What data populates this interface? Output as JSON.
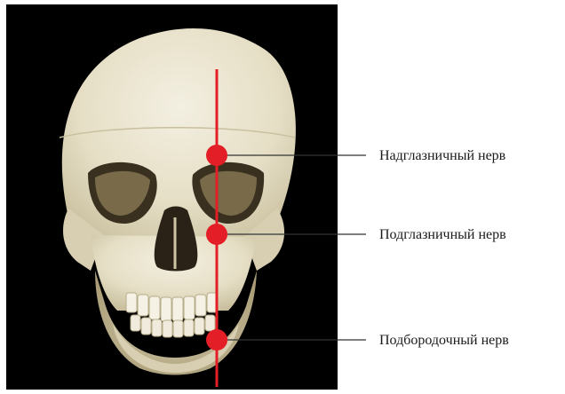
{
  "figure": {
    "background_color": "#000000",
    "marker_color": "#e41e26",
    "line_color": "#e41e26",
    "leader_color": "#333333",
    "bone_color": "#e8e2cc"
  },
  "labels": {
    "supraorbital": "Надглазничный нерв",
    "infraorbital": "Подглазничный нерв",
    "mental": "Подбородочный нерв"
  }
}
